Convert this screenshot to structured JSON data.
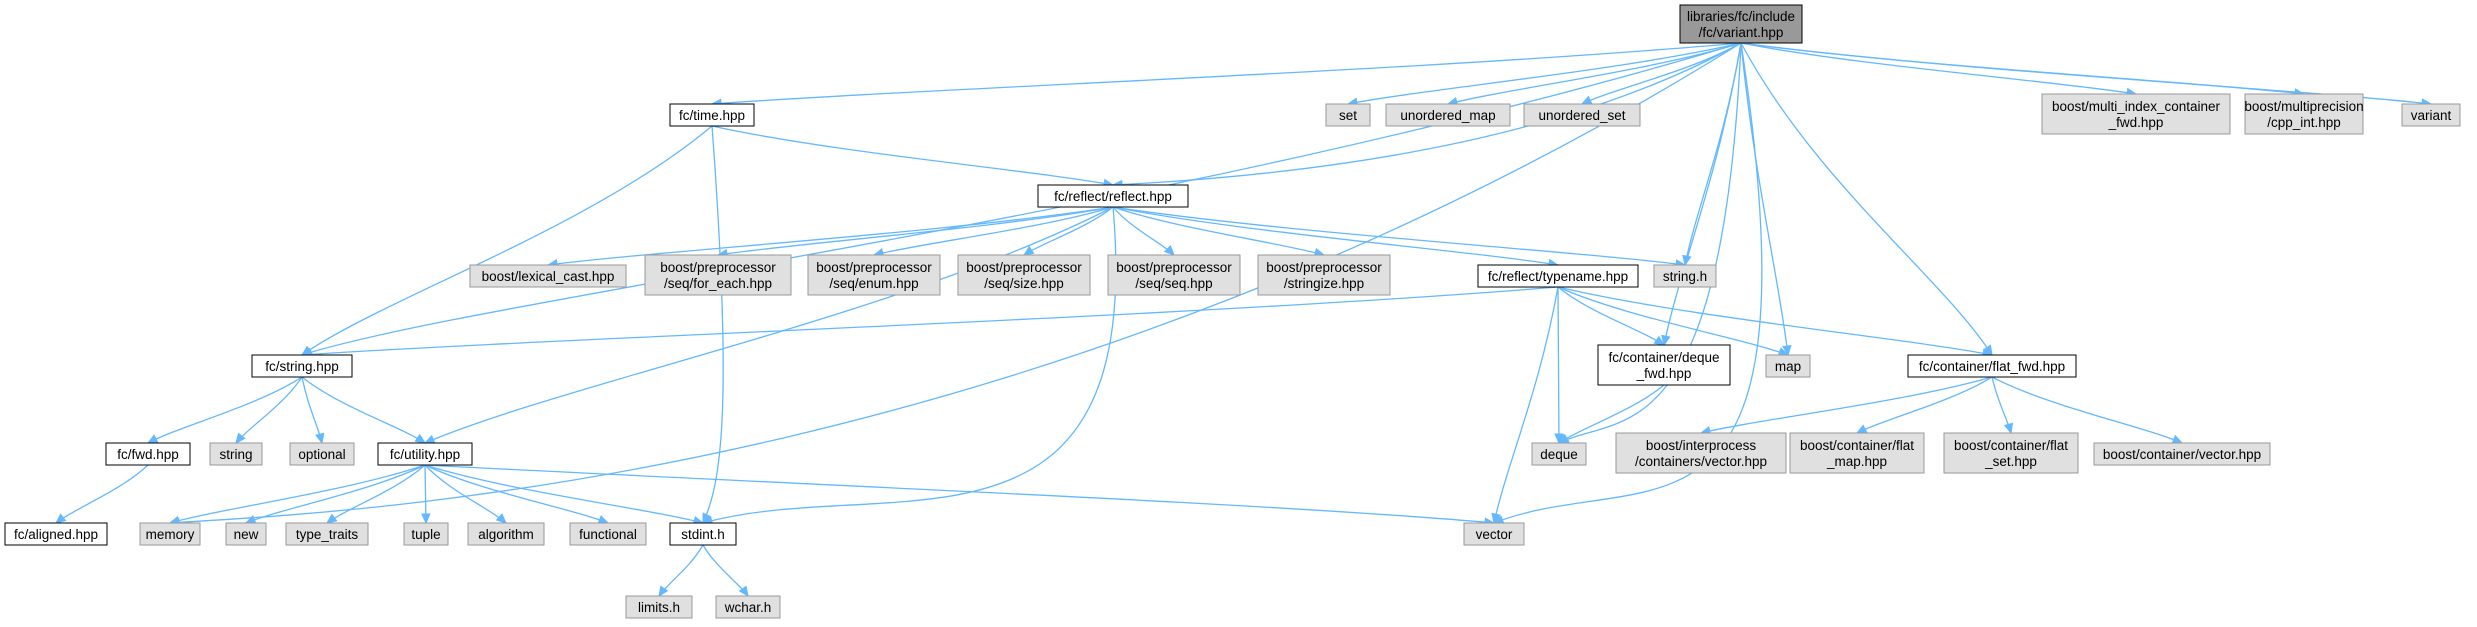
{
  "colors": {
    "root_fill": "#999999",
    "documented_fill": "#ffffff",
    "external_fill": "#e0e0e0",
    "border_documented": "#000000",
    "border_external": "#999999",
    "edge": "#63b8ff"
  },
  "nodes": [
    {
      "id": "root",
      "lines": [
        "libraries/fc/include",
        "/fc/variant.hpp"
      ],
      "kind": "root"
    },
    {
      "id": "fc_time",
      "lines": [
        "fc/time.hpp"
      ],
      "kind": "documented"
    },
    {
      "id": "set",
      "lines": [
        "set"
      ],
      "kind": "external"
    },
    {
      "id": "unordered_map",
      "lines": [
        "unordered_map"
      ],
      "kind": "external"
    },
    {
      "id": "unordered_set",
      "lines": [
        "unordered_set"
      ],
      "kind": "external"
    },
    {
      "id": "mi_fwd",
      "lines": [
        "boost/multi_index_container",
        "_fwd.hpp"
      ],
      "kind": "external"
    },
    {
      "id": "cpp_int",
      "lines": [
        "boost/multiprecision",
        "/cpp_int.hpp"
      ],
      "kind": "external"
    },
    {
      "id": "variant",
      "lines": [
        "variant"
      ],
      "kind": "external"
    },
    {
      "id": "reflect",
      "lines": [
        "fc/reflect/reflect.hpp"
      ],
      "kind": "documented"
    },
    {
      "id": "lexical_cast",
      "lines": [
        "boost/lexical_cast.hpp"
      ],
      "kind": "external"
    },
    {
      "id": "for_each",
      "lines": [
        "boost/preprocessor",
        "/seq/for_each.hpp"
      ],
      "kind": "external"
    },
    {
      "id": "seq_enum",
      "lines": [
        "boost/preprocessor",
        "/seq/enum.hpp"
      ],
      "kind": "external"
    },
    {
      "id": "seq_size",
      "lines": [
        "boost/preprocessor",
        "/seq/size.hpp"
      ],
      "kind": "external"
    },
    {
      "id": "seq_seq",
      "lines": [
        "boost/preprocessor",
        "/seq/seq.hpp"
      ],
      "kind": "external"
    },
    {
      "id": "stringize",
      "lines": [
        "boost/preprocessor",
        "/stringize.hpp"
      ],
      "kind": "external"
    },
    {
      "id": "typename",
      "lines": [
        "fc/reflect/typename.hpp"
      ],
      "kind": "documented"
    },
    {
      "id": "string_h",
      "lines": [
        "string.h"
      ],
      "kind": "external"
    },
    {
      "id": "fc_string",
      "lines": [
        "fc/string.hpp"
      ],
      "kind": "documented"
    },
    {
      "id": "deque_fwd",
      "lines": [
        "fc/container/deque",
        "_fwd.hpp"
      ],
      "kind": "documented"
    },
    {
      "id": "map",
      "lines": [
        "map"
      ],
      "kind": "external"
    },
    {
      "id": "flat_fwd",
      "lines": [
        "fc/container/flat_fwd.hpp"
      ],
      "kind": "documented"
    },
    {
      "id": "fc_fwd",
      "lines": [
        "fc/fwd.hpp"
      ],
      "kind": "documented"
    },
    {
      "id": "string",
      "lines": [
        "string"
      ],
      "kind": "external"
    },
    {
      "id": "optional",
      "lines": [
        "optional"
      ],
      "kind": "external"
    },
    {
      "id": "utility",
      "lines": [
        "fc/utility.hpp"
      ],
      "kind": "documented"
    },
    {
      "id": "deque",
      "lines": [
        "deque"
      ],
      "kind": "external"
    },
    {
      "id": "ipc_vector",
      "lines": [
        "boost/interprocess",
        "/containers/vector.hpp"
      ],
      "kind": "external"
    },
    {
      "id": "flat_map",
      "lines": [
        "boost/container/flat",
        "_map.hpp"
      ],
      "kind": "external"
    },
    {
      "id": "flat_set",
      "lines": [
        "boost/container/flat",
        "_set.hpp"
      ],
      "kind": "external"
    },
    {
      "id": "bc_vector",
      "lines": [
        "boost/container/vector.hpp"
      ],
      "kind": "external"
    },
    {
      "id": "aligned",
      "lines": [
        "fc/aligned.hpp"
      ],
      "kind": "documented"
    },
    {
      "id": "memory",
      "lines": [
        "memory"
      ],
      "kind": "external"
    },
    {
      "id": "new",
      "lines": [
        "new"
      ],
      "kind": "external"
    },
    {
      "id": "type_traits",
      "lines": [
        "type_traits"
      ],
      "kind": "external"
    },
    {
      "id": "tuple",
      "lines": [
        "tuple"
      ],
      "kind": "external"
    },
    {
      "id": "algorithm",
      "lines": [
        "algorithm"
      ],
      "kind": "external"
    },
    {
      "id": "functional",
      "lines": [
        "functional"
      ],
      "kind": "external"
    },
    {
      "id": "stdint",
      "lines": [
        "stdint.h"
      ],
      "kind": "documented"
    },
    {
      "id": "vector",
      "lines": [
        "vector"
      ],
      "kind": "external"
    },
    {
      "id": "limits",
      "lines": [
        "limits.h"
      ],
      "kind": "external"
    },
    {
      "id": "wchar",
      "lines": [
        "wchar.h"
      ],
      "kind": "external"
    }
  ],
  "edges": [
    [
      "root",
      "memory"
    ],
    [
      "root",
      "fc_time"
    ],
    [
      "root",
      "set"
    ],
    [
      "root",
      "unordered_map"
    ],
    [
      "root",
      "unordered_set"
    ],
    [
      "root",
      "mi_fwd"
    ],
    [
      "root",
      "cpp_int"
    ],
    [
      "root",
      "variant"
    ],
    [
      "root",
      "reflect"
    ],
    [
      "root",
      "fc_string"
    ],
    [
      "root",
      "string_h"
    ],
    [
      "root",
      "map"
    ],
    [
      "root",
      "deque_fwd"
    ],
    [
      "root",
      "deque"
    ],
    [
      "root",
      "flat_fwd"
    ],
    [
      "root",
      "vector"
    ],
    [
      "fc_time",
      "reflect"
    ],
    [
      "fc_time",
      "fc_string"
    ],
    [
      "fc_time",
      "stdint"
    ],
    [
      "reflect",
      "lexical_cast"
    ],
    [
      "reflect",
      "for_each"
    ],
    [
      "reflect",
      "seq_enum"
    ],
    [
      "reflect",
      "seq_size"
    ],
    [
      "reflect",
      "seq_seq"
    ],
    [
      "reflect",
      "stringize"
    ],
    [
      "reflect",
      "typename"
    ],
    [
      "reflect",
      "string_h"
    ],
    [
      "reflect",
      "utility"
    ],
    [
      "reflect",
      "stdint"
    ],
    [
      "typename",
      "fc_string"
    ],
    [
      "typename",
      "deque_fwd"
    ],
    [
      "typename",
      "map"
    ],
    [
      "typename",
      "flat_fwd"
    ],
    [
      "typename",
      "deque"
    ],
    [
      "typename",
      "vector"
    ],
    [
      "fc_string",
      "fc_fwd"
    ],
    [
      "fc_string",
      "string"
    ],
    [
      "fc_string",
      "optional"
    ],
    [
      "fc_string",
      "utility"
    ],
    [
      "deque_fwd",
      "deque"
    ],
    [
      "flat_fwd",
      "ipc_vector"
    ],
    [
      "flat_fwd",
      "flat_map"
    ],
    [
      "flat_fwd",
      "flat_set"
    ],
    [
      "flat_fwd",
      "bc_vector"
    ],
    [
      "fc_fwd",
      "aligned"
    ],
    [
      "utility",
      "memory"
    ],
    [
      "utility",
      "new"
    ],
    [
      "utility",
      "type_traits"
    ],
    [
      "utility",
      "tuple"
    ],
    [
      "utility",
      "algorithm"
    ],
    [
      "utility",
      "functional"
    ],
    [
      "utility",
      "stdint"
    ],
    [
      "utility",
      "vector"
    ],
    [
      "stdint",
      "limits"
    ],
    [
      "stdint",
      "wchar"
    ]
  ]
}
